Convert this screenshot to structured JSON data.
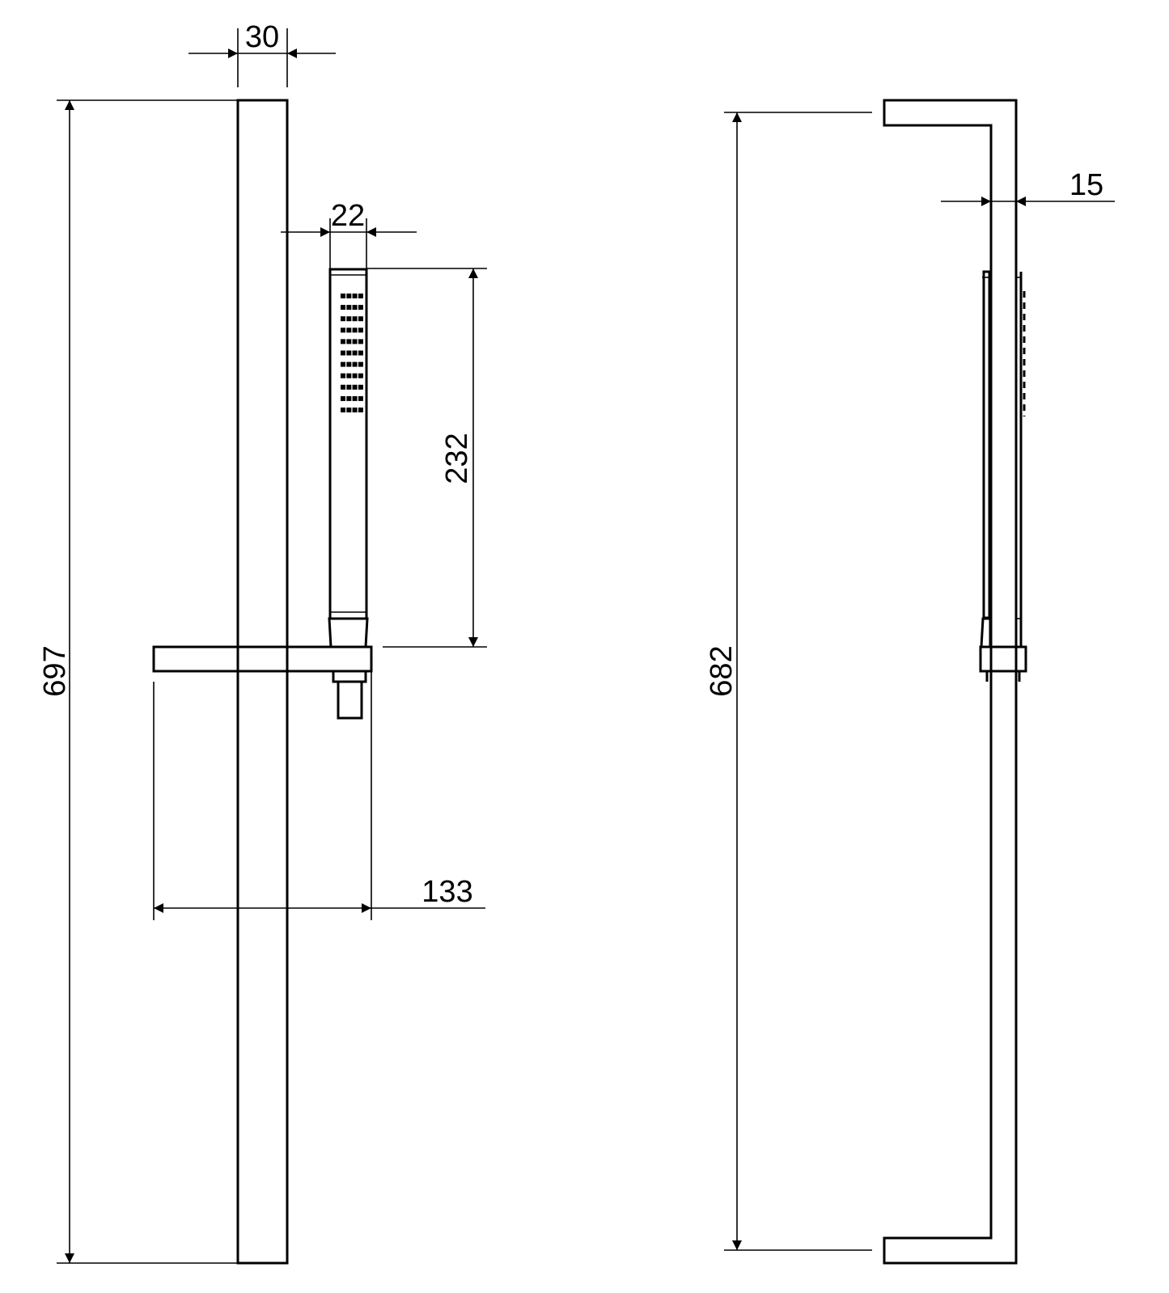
{
  "dimensions": {
    "bar_width": "30",
    "bar_length_front": "697",
    "hand_shower_width": "22",
    "hand_shower_length": "232",
    "bracket_projection": "133",
    "bar_length_side": "682",
    "bar_depth": "15"
  },
  "colors": {
    "line": "#000000",
    "background": "#ffffff"
  }
}
